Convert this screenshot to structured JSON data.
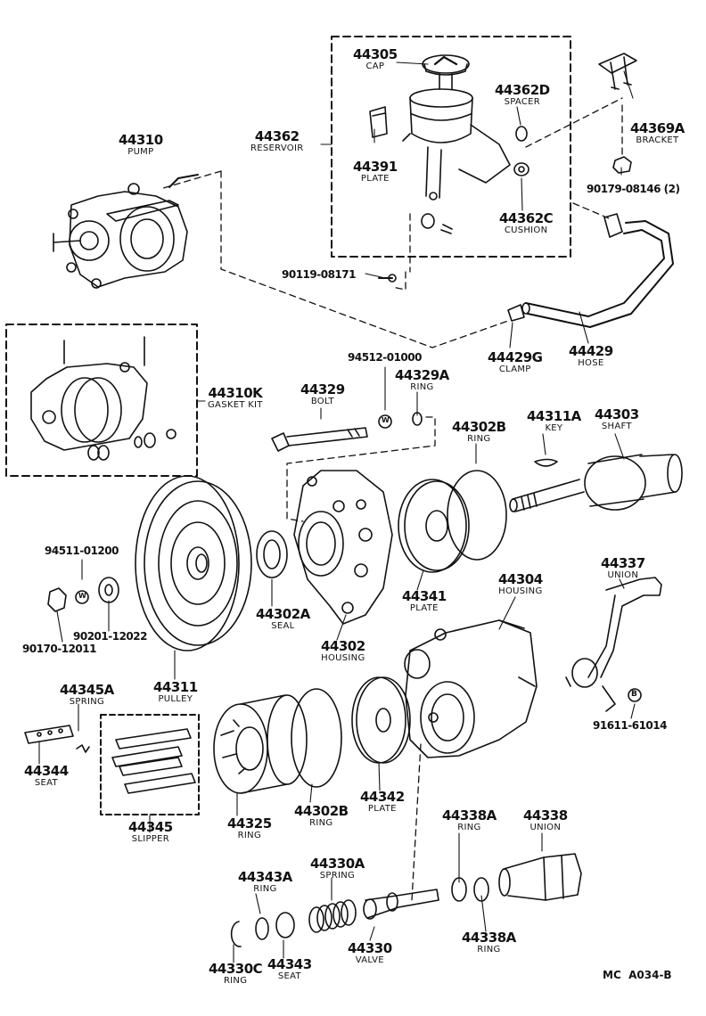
{
  "labels": [
    {
      "id": "44305",
      "num": "44305",
      "name": "CAP"
    },
    {
      "id": "44362D",
      "num": "44362D",
      "name": "SPACER"
    },
    {
      "id": "44369A",
      "num": "44369A",
      "name": "BRACKET"
    },
    {
      "id": "44310",
      "num": "44310",
      "name": "PUMP"
    },
    {
      "id": "44362",
      "num": "44362",
      "name": "RESERVOIR"
    },
    {
      "id": "44391",
      "num": "44391",
      "name": "PLATE"
    },
    {
      "id": "44362C",
      "num": "44362C",
      "name": "CUSHION"
    },
    {
      "id": "90179",
      "num": "90179-08146 (2)",
      "name": ""
    },
    {
      "id": "90119",
      "num": "90119-08171",
      "name": ""
    },
    {
      "id": "44429G",
      "num": "44429G",
      "name": "CLAMP"
    },
    {
      "id": "44429",
      "num": "44429",
      "name": "HOSE"
    },
    {
      "id": "44310K",
      "num": "44310K",
      "name": "GASKET KIT"
    },
    {
      "id": "94512",
      "num": "94512-01000",
      "name": ""
    },
    {
      "id": "44329A",
      "num": "44329A",
      "name": "RING"
    },
    {
      "id": "44329",
      "num": "44329",
      "name": "BOLT"
    },
    {
      "id": "44302B_top",
      "num": "44302B",
      "name": "RING"
    },
    {
      "id": "44311A",
      "num": "44311A",
      "name": "KEY"
    },
    {
      "id": "44303",
      "num": "44303",
      "name": "SHAFT"
    },
    {
      "id": "94511",
      "num": "94511-01200",
      "name": ""
    },
    {
      "id": "44302A",
      "num": "44302A",
      "name": "SEAL"
    },
    {
      "id": "44341",
      "num": "44341",
      "name": "PLATE"
    },
    {
      "id": "44304",
      "num": "44304",
      "name": "HOUSING"
    },
    {
      "id": "44337",
      "num": "44337",
      "name": "UNION"
    },
    {
      "id": "90201",
      "num": "90201-12022",
      "name": ""
    },
    {
      "id": "90170",
      "num": "90170-12011",
      "name": ""
    },
    {
      "id": "44302",
      "num": "44302",
      "name": "HOUSING"
    },
    {
      "id": "44311",
      "num": "44311",
      "name": "PULLEY"
    },
    {
      "id": "44345A",
      "num": "44345A",
      "name": "SPRING"
    },
    {
      "id": "91611",
      "num": "91611-61014",
      "name": ""
    },
    {
      "id": "44344",
      "num": "44344",
      "name": "SEAT"
    },
    {
      "id": "44325",
      "num": "44325",
      "name": "RING"
    },
    {
      "id": "44302B_bot",
      "num": "44302B",
      "name": "RING"
    },
    {
      "id": "44342",
      "num": "44342",
      "name": "PLATE"
    },
    {
      "id": "44338A_top",
      "num": "44338A",
      "name": "RING"
    },
    {
      "id": "44338",
      "num": "44338",
      "name": "UNION"
    },
    {
      "id": "44345",
      "num": "44345",
      "name": "SLIPPER"
    },
    {
      "id": "44343A",
      "num": "44343A",
      "name": "RING"
    },
    {
      "id": "44330A",
      "num": "44330A",
      "name": "SPRING"
    },
    {
      "id": "44338A_bot",
      "num": "44338A",
      "name": "RING"
    },
    {
      "id": "44330C",
      "num": "44330C",
      "name": "RING"
    },
    {
      "id": "44343",
      "num": "44343",
      "name": "SEAT"
    },
    {
      "id": "44330",
      "num": "44330",
      "name": "VALVE"
    }
  ],
  "marks": {
    "w1": "W",
    "w2": "W",
    "b": "B"
  },
  "diagram_code": "MC  A034-B"
}
